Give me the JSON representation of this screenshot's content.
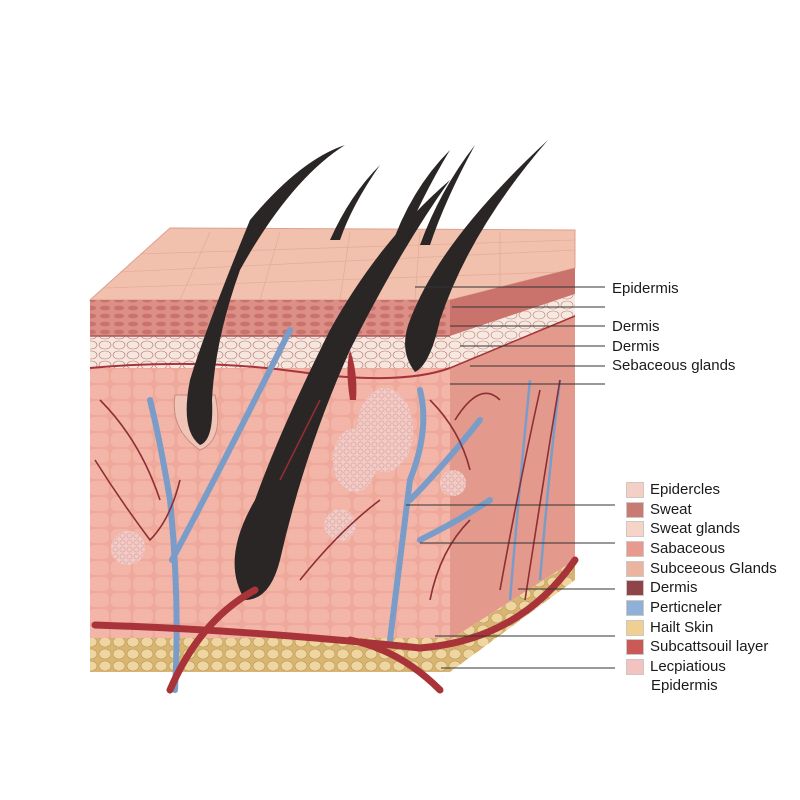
{
  "diagram": {
    "subject": "Skin cross-section",
    "colors": {
      "epidermis_top": "#f2c1ae",
      "epidermis_band": "#d98a82",
      "papillary_band": "#f5ddd3",
      "dermis": "#eaa79a",
      "subcutaneous": "#e3c48b",
      "hair": "#2a2626",
      "artery": "#a8343a",
      "vein": "#7a9cc8",
      "leader_line": "#333333"
    }
  },
  "callouts": [
    {
      "label": "Epidermis"
    },
    {
      "label": ""
    },
    {
      "label": "Dermis"
    },
    {
      "label": "Dermis"
    },
    {
      "label": "Sebaceous glands"
    },
    {
      "label": ""
    }
  ],
  "legend": {
    "items": [
      {
        "label": "Epidercles",
        "color": "#f3cfc6"
      },
      {
        "label": "Sweat",
        "color": "#c77b72"
      },
      {
        "label": "Sweat glands",
        "color": "#f6d5c8"
      },
      {
        "label": "Sabaceous",
        "color": "#e99a8f"
      },
      {
        "label": "Subceeous Glands",
        "color": "#eab4a0"
      },
      {
        "label": "Dermis",
        "color": "#8e4448"
      },
      {
        "label": "Perticneler",
        "color": "#8fb0d8"
      },
      {
        "label": "Hailt Skin",
        "color": "#f0cf92"
      },
      {
        "label": "Subcattsouil layer",
        "color": "#c95a58"
      },
      {
        "label": "Lecpiatious",
        "color": "#f3c3c0"
      }
    ],
    "trailing_text": "Epidermis"
  }
}
